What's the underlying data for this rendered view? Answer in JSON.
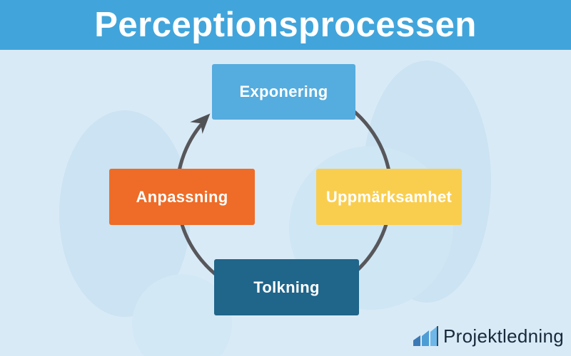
{
  "header": {
    "title": "Perceptionsprocessen"
  },
  "diagram": {
    "type": "circular-process",
    "direction": "clockwise",
    "steps": [
      {
        "label": "Exponering",
        "position": "top",
        "color": "#55ACDE"
      },
      {
        "label": "Uppmärksamhet",
        "position": "right",
        "color": "#F9CE4F"
      },
      {
        "label": "Tolkning",
        "position": "bottom",
        "color": "#20658A"
      },
      {
        "label": "Anpassning",
        "position": "left",
        "color": "#EE6C27"
      }
    ],
    "arrow_color": "#57575B"
  },
  "branding": {
    "logo_text": "Projektledning",
    "logo_icon": "bar-chart-icon",
    "logo_bar_colors": [
      "#3A79B6",
      "#4E9CD4",
      "#6FB7E8"
    ],
    "logo_text_color": "#17293A"
  },
  "colors": {
    "header_bg": "#41A5DB",
    "page_bg": "#D9EAF7",
    "background_blob": "#CBE3F2",
    "title_text": "#FFFFFF",
    "step_text": "#FFFFFF"
  }
}
